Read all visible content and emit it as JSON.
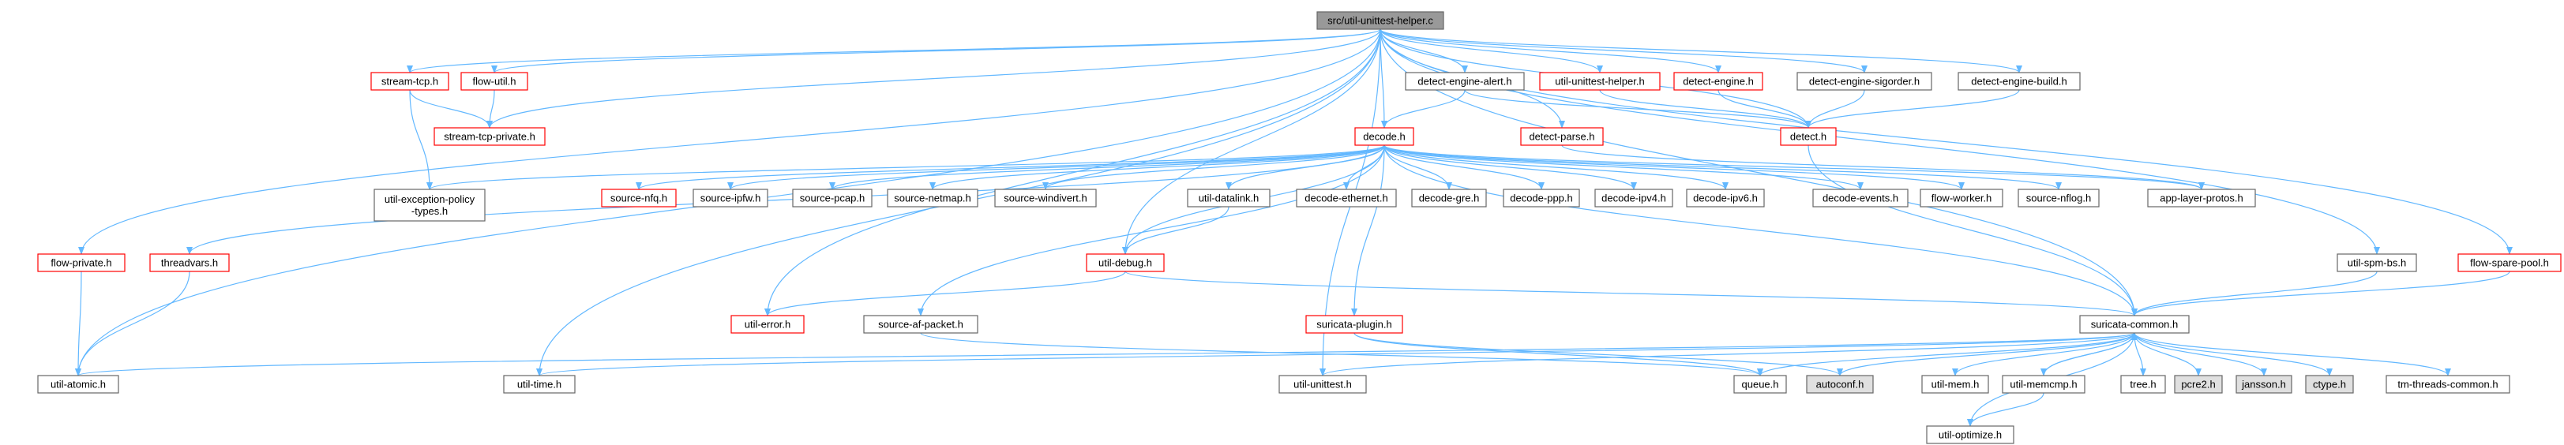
{
  "colors": {
    "edge": "#63b8ff",
    "node_border_default": "#666666",
    "node_border_red": "#ff0000",
    "node_fill_default": "#ffffff",
    "node_fill_root": "#999999",
    "node_fill_system": "#e0e0e0"
  },
  "nodes": [
    {
      "id": "root",
      "label": "src/util-unittest-helper.c",
      "style": "root"
    },
    {
      "id": "stream_tcp",
      "label": "stream-tcp.h",
      "style": "red"
    },
    {
      "id": "flow_util",
      "label": "flow-util.h",
      "style": "red"
    },
    {
      "id": "stream_tcp_private",
      "label": "stream-tcp-private.h",
      "style": "red"
    },
    {
      "id": "detect_engine_alert",
      "label": "detect-engine-alert.h",
      "style": "default"
    },
    {
      "id": "util_unittest_helper",
      "label": "util-unittest-helper.h",
      "style": "red"
    },
    {
      "id": "detect_engine",
      "label": "detect-engine.h",
      "style": "red"
    },
    {
      "id": "detect_engine_siggroup",
      "label": "detect-engine-sigorder.h",
      "style": "default"
    },
    {
      "id": "detect_engine_build",
      "label": "detect-engine-build.h",
      "style": "default"
    },
    {
      "id": "decode",
      "label": "decode.h",
      "style": "red"
    },
    {
      "id": "detect_parse",
      "label": "detect-parse.h",
      "style": "red"
    },
    {
      "id": "detect",
      "label": "detect.h",
      "style": "red"
    },
    {
      "id": "util_exception_policy",
      "label": "util-exception-policy\n-types.h",
      "style": "default"
    },
    {
      "id": "source_nfq",
      "label": "source-nfq.h",
      "style": "red"
    },
    {
      "id": "source_ipfw",
      "label": "source-ipfw.h",
      "style": "default"
    },
    {
      "id": "source_pcap",
      "label": "source-pcap.h",
      "style": "default"
    },
    {
      "id": "source_netmap",
      "label": "source-netmap.h",
      "style": "default"
    },
    {
      "id": "source_windivert",
      "label": "source-windivert.h",
      "style": "default"
    },
    {
      "id": "util_datalink",
      "label": "util-datalink.h",
      "style": "default"
    },
    {
      "id": "decode_ethernet",
      "label": "decode-ethernet.h",
      "style": "default"
    },
    {
      "id": "decode_gre",
      "label": "decode-gre.h",
      "style": "default"
    },
    {
      "id": "decode_ppp",
      "label": "decode-ppp.h",
      "style": "default"
    },
    {
      "id": "decode_ipv4",
      "label": "decode-ipv4.h",
      "style": "default"
    },
    {
      "id": "decode_ipv6",
      "label": "decode-ipv6.h",
      "style": "default"
    },
    {
      "id": "decode_events",
      "label": "decode-events.h",
      "style": "default"
    },
    {
      "id": "flow_worker",
      "label": "flow-worker.h",
      "style": "default"
    },
    {
      "id": "source_nflog",
      "label": "source-nflog.h",
      "style": "default"
    },
    {
      "id": "app_layer_protos",
      "label": "app-layer-protos.h",
      "style": "default"
    },
    {
      "id": "flow_private",
      "label": "flow-private.h",
      "style": "red"
    },
    {
      "id": "threadvars",
      "label": "threadvars.h",
      "style": "red"
    },
    {
      "id": "util_debug",
      "label": "util-debug.h",
      "style": "red"
    },
    {
      "id": "util_spm_bs",
      "label": "util-spm-bs.h",
      "style": "default"
    },
    {
      "id": "flow_spare_pool",
      "label": "flow-spare-pool.h",
      "style": "red"
    },
    {
      "id": "util_error",
      "label": "util-error.h",
      "style": "red"
    },
    {
      "id": "source_af_packet",
      "label": "source-af-packet.h",
      "style": "default"
    },
    {
      "id": "suricata_plugin",
      "label": "suricata-plugin.h",
      "style": "red"
    },
    {
      "id": "suricata_common",
      "label": "suricata-common.h",
      "style": "default"
    },
    {
      "id": "util_atomic",
      "label": "util-atomic.h",
      "style": "default"
    },
    {
      "id": "util_time",
      "label": "util-time.h",
      "style": "default"
    },
    {
      "id": "util_unittest",
      "label": "util-unittest.h",
      "style": "default"
    },
    {
      "id": "queue",
      "label": "queue.h",
      "style": "default"
    },
    {
      "id": "autoconf",
      "label": "autoconf.h",
      "style": "system"
    },
    {
      "id": "util_mem",
      "label": "util-mem.h",
      "style": "default"
    },
    {
      "id": "util_memcmp",
      "label": "util-memcmp.h",
      "style": "default"
    },
    {
      "id": "tree",
      "label": "tree.h",
      "style": "default"
    },
    {
      "id": "pcre2",
      "label": "pcre2.h",
      "style": "system"
    },
    {
      "id": "jansson",
      "label": "jansson.h",
      "style": "system"
    },
    {
      "id": "ctype",
      "label": "ctype.h",
      "style": "system"
    },
    {
      "id": "tm_threads_common",
      "label": "tm-threads-common.h",
      "style": "default"
    },
    {
      "id": "util_optimize",
      "label": "util-optimize.h",
      "style": "default"
    }
  ],
  "edges": [
    [
      "root",
      "stream_tcp"
    ],
    [
      "root",
      "flow_util"
    ],
    [
      "root",
      "stream_tcp_private"
    ],
    [
      "root",
      "detect_engine_alert"
    ],
    [
      "root",
      "util_unittest_helper"
    ],
    [
      "root",
      "detect_engine"
    ],
    [
      "root",
      "detect_engine_siggroup"
    ],
    [
      "root",
      "detect_engine_build"
    ],
    [
      "root",
      "decode"
    ],
    [
      "root",
      "detect_parse"
    ],
    [
      "root",
      "detect"
    ],
    [
      "root",
      "flow_private"
    ],
    [
      "root",
      "util_atomic"
    ],
    [
      "root",
      "util_time"
    ],
    [
      "root",
      "util_unittest"
    ],
    [
      "root",
      "util_error"
    ],
    [
      "root",
      "util_debug"
    ],
    [
      "root",
      "util_spm_bs"
    ],
    [
      "root",
      "flow_spare_pool"
    ],
    [
      "root",
      "suricata_common"
    ],
    [
      "stream_tcp",
      "stream_tcp_private"
    ],
    [
      "stream_tcp",
      "util_exception_policy"
    ],
    [
      "flow_util",
      "stream_tcp_private"
    ],
    [
      "detect_engine_alert",
      "decode"
    ],
    [
      "detect_engine_alert",
      "detect"
    ],
    [
      "detect_engine",
      "detect"
    ],
    [
      "detect_engine_siggroup",
      "detect"
    ],
    [
      "detect_engine_build",
      "detect"
    ],
    [
      "util_unittest_helper",
      "detect"
    ],
    [
      "detect_parse",
      "app_layer_protos"
    ],
    [
      "detect",
      "suricata_common"
    ],
    [
      "decode",
      "util_exception_policy"
    ],
    [
      "decode",
      "source_nfq"
    ],
    [
      "decode",
      "source_ipfw"
    ],
    [
      "decode",
      "source_pcap"
    ],
    [
      "decode",
      "source_netmap"
    ],
    [
      "decode",
      "source_windivert"
    ],
    [
      "decode",
      "util_datalink"
    ],
    [
      "decode",
      "decode_ethernet"
    ],
    [
      "decode",
      "decode_gre"
    ],
    [
      "decode",
      "decode_ppp"
    ],
    [
      "decode",
      "decode_ipv4"
    ],
    [
      "decode",
      "decode_ipv6"
    ],
    [
      "decode",
      "decode_events"
    ],
    [
      "decode",
      "flow_worker"
    ],
    [
      "decode",
      "source_nflog"
    ],
    [
      "decode",
      "app_layer_protos"
    ],
    [
      "decode",
      "threadvars"
    ],
    [
      "decode",
      "util_debug"
    ],
    [
      "decode",
      "source_af_packet"
    ],
    [
      "decode",
      "suricata_plugin"
    ],
    [
      "decode",
      "suricata_common"
    ],
    [
      "util_datalink",
      "util_debug"
    ],
    [
      "util_debug",
      "util_error"
    ],
    [
      "util_debug",
      "suricata_common"
    ],
    [
      "flow_private",
      "util_atomic"
    ],
    [
      "threadvars",
      "util_atomic"
    ],
    [
      "util_spm_bs",
      "suricata_common"
    ],
    [
      "flow_spare_pool",
      "suricata_common"
    ],
    [
      "source_af_packet",
      "queue"
    ],
    [
      "suricata_plugin",
      "queue"
    ],
    [
      "suricata_plugin",
      "autoconf"
    ],
    [
      "suricata_common",
      "util_atomic"
    ],
    [
      "suricata_common",
      "util_time"
    ],
    [
      "suricata_common",
      "util_unittest"
    ],
    [
      "suricata_common",
      "queue"
    ],
    [
      "suricata_common",
      "autoconf"
    ],
    [
      "suricata_common",
      "util_mem"
    ],
    [
      "suricata_common",
      "util_memcmp"
    ],
    [
      "suricata_common",
      "tree"
    ],
    [
      "suricata_common",
      "pcre2"
    ],
    [
      "suricata_common",
      "jansson"
    ],
    [
      "suricata_common",
      "ctype"
    ],
    [
      "suricata_common",
      "tm_threads_common"
    ],
    [
      "suricata_common",
      "util_optimize"
    ],
    [
      "util_memcmp",
      "suricata_common"
    ],
    [
      "util_memcmp",
      "util_optimize"
    ]
  ]
}
